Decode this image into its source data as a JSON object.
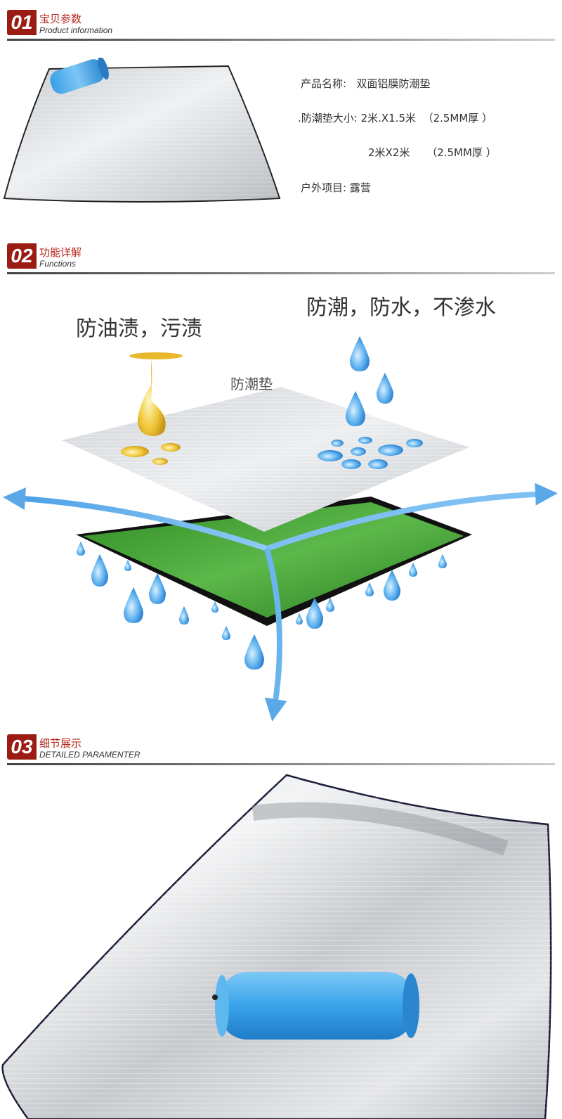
{
  "sections": [
    {
      "num": "01",
      "title_cn": "宝贝参数",
      "title_en": "Product information"
    },
    {
      "num": "02",
      "title_cn": "功能详解",
      "title_en": "Functions"
    },
    {
      "num": "03",
      "title_cn": "细节展示",
      "title_en": "DETAILED PARAMENTER"
    }
  ],
  "product_info": {
    "name": "产品名称:   双面铝膜防潮垫",
    "size1": ".防潮垫大小: 2米.X1.5米  （2.5MM厚 ）",
    "size2": "2米X2米     （2.5MM厚 ）",
    "usage": "户外项目: 露营"
  },
  "functions": {
    "oil_label": "防油渍，污渍",
    "water_label": "防潮，防水，不渗水",
    "mat_label": "防潮垫"
  },
  "colors": {
    "accent": "#9b1c12",
    "arrow": "#5aa8e8",
    "grass": "#3f9b2b",
    "foil": "#d9dcdf"
  }
}
